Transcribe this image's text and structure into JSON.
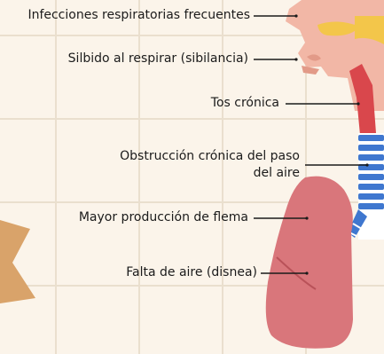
{
  "labels": {
    "infecciones": "Infecciones respiratorias frecuentes",
    "silbido": "Silbido al respirar (sibilancia)",
    "tos": "Tos crónica",
    "obstruccion_line1": "Obstrucción crónica del paso",
    "obstruccion_line2": "del aire",
    "flema": "Mayor producción de flema",
    "falta_aire": "Falta de aire (disnea)"
  },
  "colors": {
    "background": "#fbf4ea",
    "grid": "#eadfce",
    "skin": "#f2b7a6",
    "skin_dark": "#e29a88",
    "sinus": "#f3c64a",
    "throat": "#d9474c",
    "trachea_ring": "#3f77cf",
    "trachea_gap": "#ffffff",
    "lung": "#d9767b",
    "lung_dark": "#b95259",
    "ribbon": "#d9a36a",
    "leader": "#1b1b1b"
  }
}
